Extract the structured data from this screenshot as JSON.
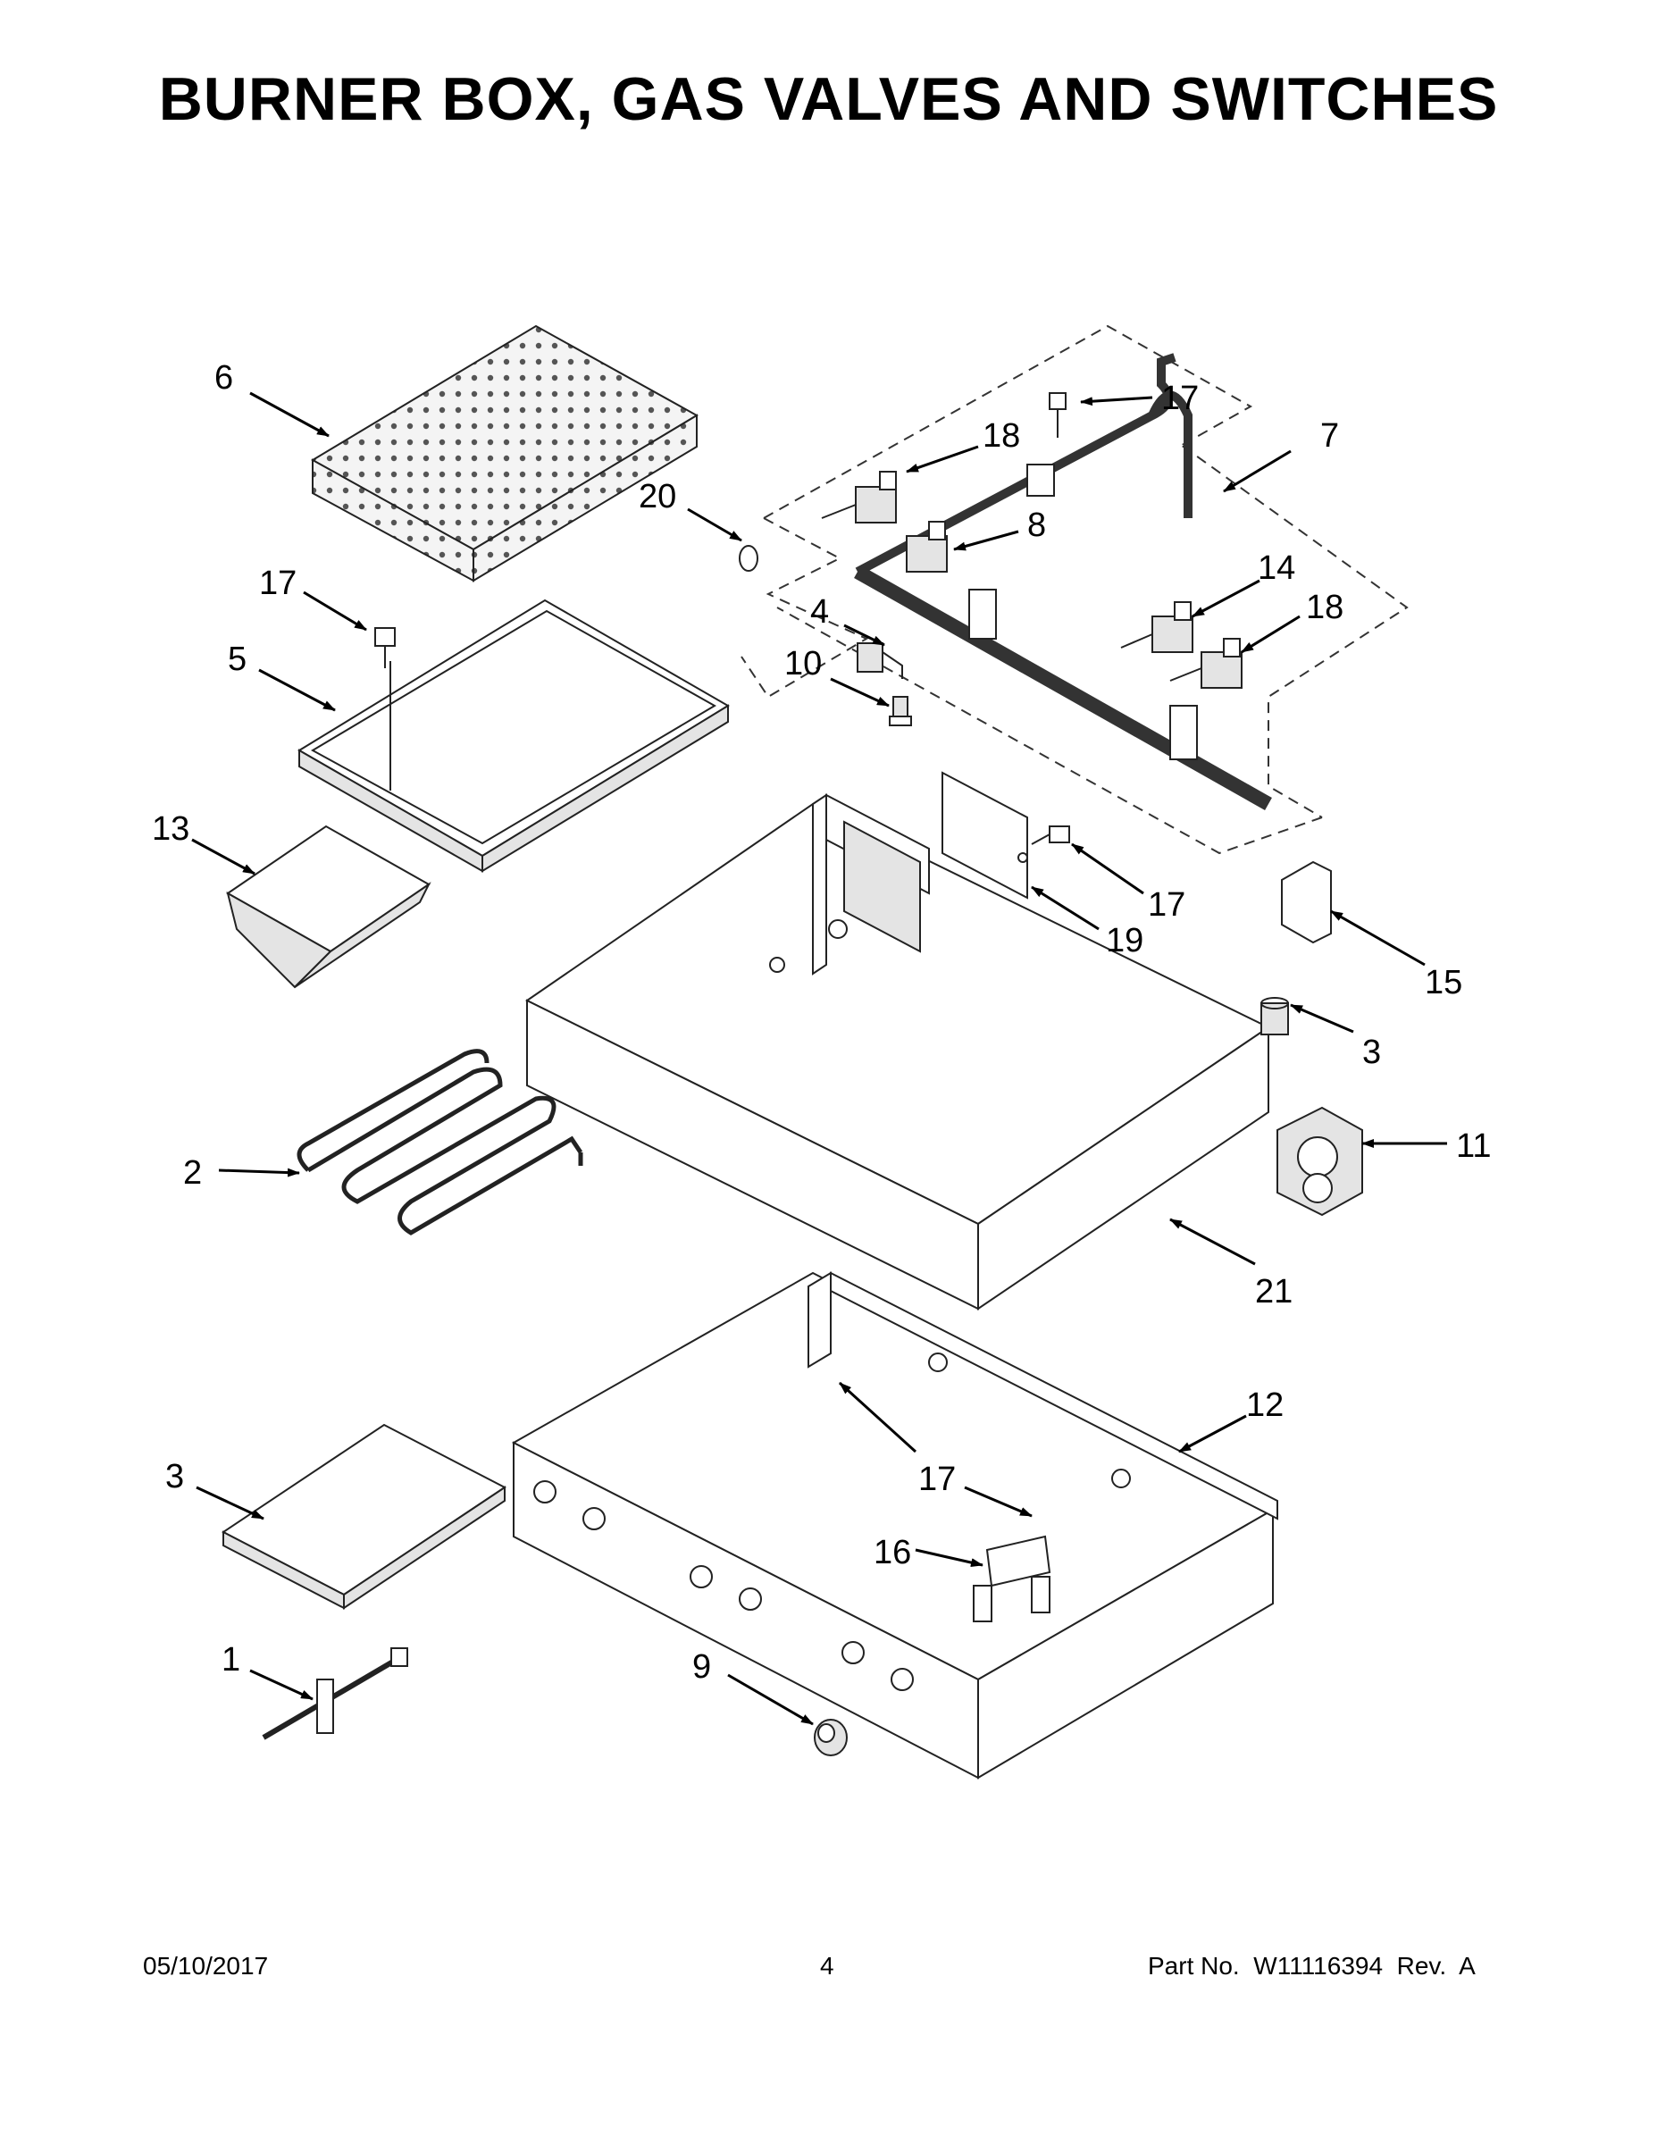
{
  "title": "BURNER BOX, GAS VALVES AND SWITCHES",
  "footer": {
    "date": "05/10/2017",
    "page": "4",
    "part_label": "Part No.",
    "part_number": "W11116394",
    "rev_label": "Rev.",
    "rev_value": "A"
  },
  "callouts": [
    {
      "id": "c6",
      "text": "6"
    },
    {
      "id": "c17a",
      "text": "17"
    },
    {
      "id": "c18a",
      "text": "18"
    },
    {
      "id": "c7",
      "text": "7"
    },
    {
      "id": "c20",
      "text": "20"
    },
    {
      "id": "c8",
      "text": "8"
    },
    {
      "id": "c17b",
      "text": "17"
    },
    {
      "id": "c14",
      "text": "14"
    },
    {
      "id": "c18b",
      "text": "18"
    },
    {
      "id": "c4",
      "text": "4"
    },
    {
      "id": "c5",
      "text": "5"
    },
    {
      "id": "c10",
      "text": "10"
    },
    {
      "id": "c13",
      "text": "13"
    },
    {
      "id": "c17c",
      "text": "17"
    },
    {
      "id": "c19",
      "text": "19"
    },
    {
      "id": "c15",
      "text": "15"
    },
    {
      "id": "c3a",
      "text": "3"
    },
    {
      "id": "c2",
      "text": "2"
    },
    {
      "id": "c11",
      "text": "11"
    },
    {
      "id": "c21",
      "text": "21"
    },
    {
      "id": "c12",
      "text": "12"
    },
    {
      "id": "c3b",
      "text": "3"
    },
    {
      "id": "c17d",
      "text": "17"
    },
    {
      "id": "c16",
      "text": "16"
    },
    {
      "id": "c1",
      "text": "1"
    },
    {
      "id": "c9",
      "text": "9"
    }
  ]
}
